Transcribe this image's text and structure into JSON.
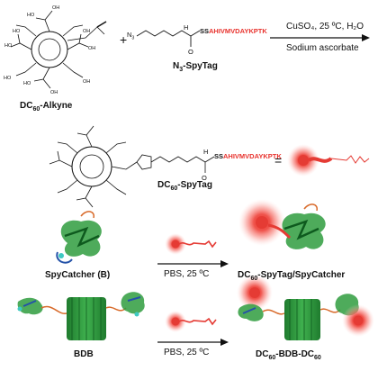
{
  "labels": {
    "dc60_alkyne": [
      "DC",
      "60",
      "-Alkyne"
    ],
    "plus": "+",
    "n3": "N",
    "n3_spytag": [
      "N",
      "3",
      "-SpyTag"
    ],
    "cond1_line1": "CuSO₄, 25 ºC, H₂O",
    "cond1_line2": "Sodium ascorbate",
    "ss": "SS",
    "peptide": "AHIVMVDAYKPTK",
    "dc60_spytag": [
      "DC",
      "60",
      "-SpyTag"
    ],
    "equals": "=",
    "spycatcher": "SpyCatcher (B)",
    "cond2": "PBS, 25 ºC",
    "product2": [
      "DC",
      "60",
      "-SpyTag/SpyCatcher"
    ],
    "bdb": "BDB",
    "cond3": "PBS, 25 ºC",
    "product3": [
      "DC",
      "60",
      "-BDB-DC",
      "60"
    ],
    "hn": "H",
    "n_label": "N",
    "o_label": "O",
    "ho": "HO",
    "oh": "OH"
  },
  "colors": {
    "peptide_red": "#e8322d",
    "sphere_red": "#e53b34",
    "barrel_green": "#2f9c3e",
    "loop_orange": "#d86a2a"
  }
}
